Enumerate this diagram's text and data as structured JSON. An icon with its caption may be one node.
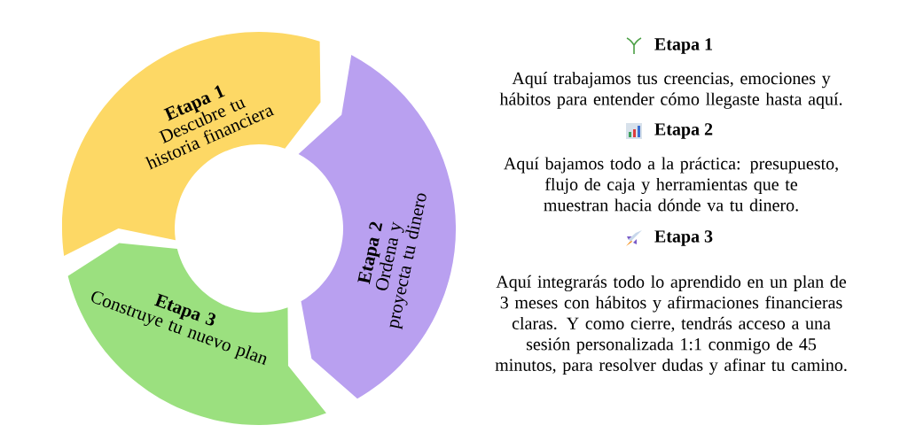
{
  "diagram": {
    "nodes": [
      {
        "text": [
          "Etapa 1",
          "Descubre tu historia financiera"
        ]
      },
      {
        "text": [
          "Etapa 2",
          "Ordena y proyecta tu dinero"
        ]
      },
      {
        "text": [
          "Etapa 3",
          "Construye tu nuevo plan"
        ]
      }
    ],
    "labels": [
      "Etapa 1",
      "Aquí trabajamos tus creencias, emociones y hábitos para entender cómo llegaste hasta aquí.",
      "Etapa 2",
      "Aquí bajamos todo a la práctica: presupuesto, flujo de caja y herramientas que te muestran hacia dónde va tu dinero.",
      "Etapa 3",
      "Aquí integrarás todo lo aprendido en un plan de 3 meses con hábitos y afirmaciones financieras claras. Y como cierre, tendrás acceso a una sesión personalizada 1:1 conmigo de 45 minutos, para resolver dudas y afinar tu camino."
    ]
  }
}
